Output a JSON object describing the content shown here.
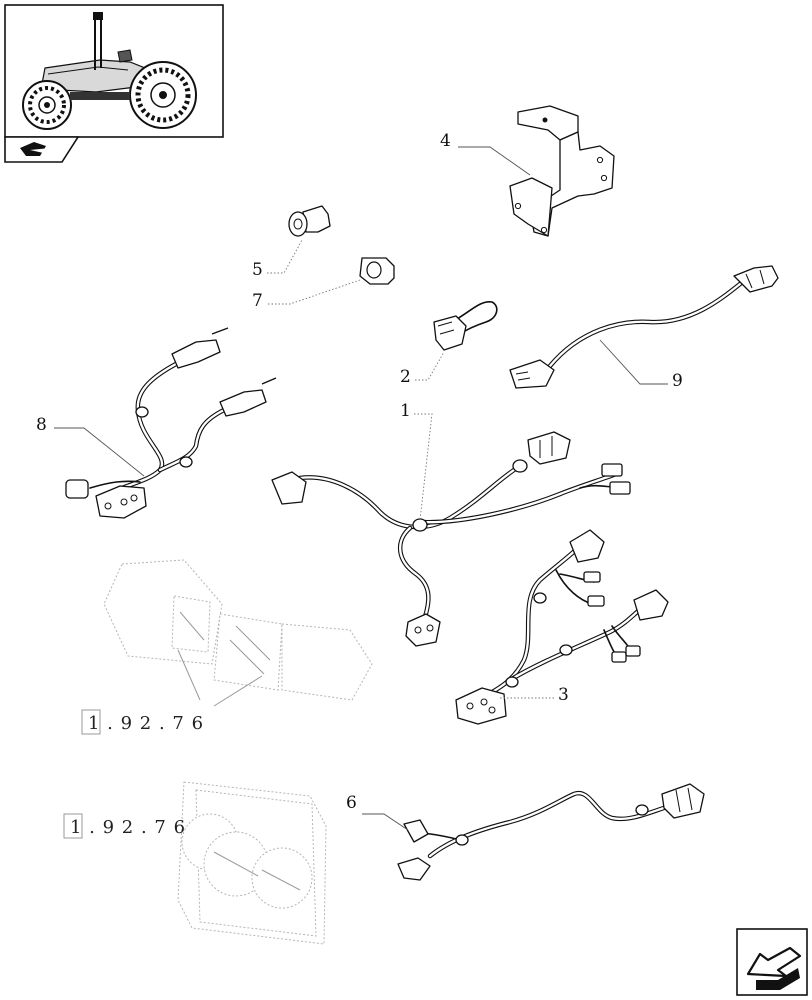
{
  "header": {
    "thumbnail_icon": "tractor-thumbnail-icon",
    "section_icon": "book-section-icon"
  },
  "callouts": {
    "label_1": "1",
    "label_2": "2",
    "label_3": "3",
    "label_4": "4",
    "label_5": "5",
    "label_6": "6",
    "label_7": "7",
    "label_8": "8",
    "label_9": "9"
  },
  "references": {
    "ref_rear_lamp": "1 . 9 2 . 7 6",
    "ref_front_lamp": "1 . 9 2 . 7 6"
  },
  "navigation": {
    "next_page_icon": "arrow-next-icon"
  }
}
